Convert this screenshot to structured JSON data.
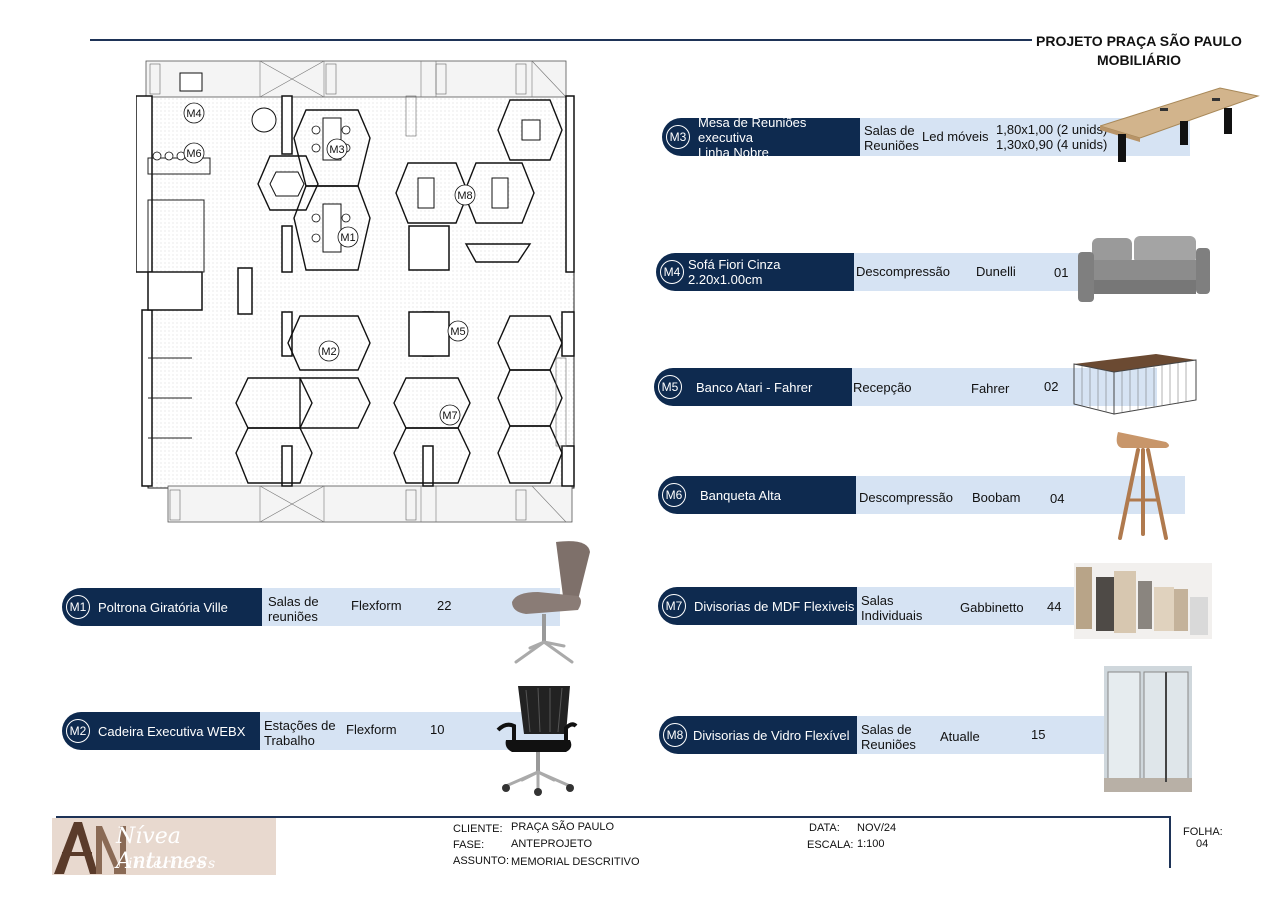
{
  "header": {
    "title_line1": "PROJETO PRAÇA SÃO PAULO",
    "title_line2": "MOBILIÁRIO"
  },
  "plan_labels": [
    "M4",
    "M6",
    "M3",
    "M8",
    "M1",
    "M5",
    "M2",
    "M7"
  ],
  "items": {
    "m3": {
      "code": "M3",
      "name_line1": "Mesa de Reuniões executiva",
      "name_line2": "Linha Nobre",
      "location_line1": "Salas de",
      "location_line2": "Reuniões",
      "supplier": "Led móveis",
      "qty_line1": "1,80x1,00 (2 unids)",
      "qty_line2": "1,30x0,90 (4 unids)"
    },
    "m4": {
      "code": "M4",
      "name": "Sofá Fiori Cinza 2.20x1.00cm",
      "location": "Descompressão",
      "supplier": "Dunelli",
      "qty": "01"
    },
    "m5": {
      "code": "M5",
      "name": "Banco Atari - Fahrer",
      "location": "Recepção",
      "supplier": "Fahrer",
      "qty": "02"
    },
    "m6": {
      "code": "M6",
      "name": "Banqueta Alta",
      "location": "Descompressão",
      "supplier": "Boobam",
      "qty": "04"
    },
    "m7": {
      "code": "M7",
      "name": "Divisorias de MDF Flexiveis",
      "location_line1": "Salas",
      "location_line2": "Individuais",
      "supplier": "Gabbinetto",
      "qty": "44"
    },
    "m8": {
      "code": "M8",
      "name": "Divisorias de Vidro Flexível",
      "location_line1": "Salas de",
      "location_line2": "Reuniões",
      "supplier": "Atualle",
      "qty": "15"
    },
    "m1": {
      "code": "M1",
      "name": "Poltrona Giratória Ville",
      "location_line1": "Salas de",
      "location_line2": "reuniões",
      "supplier": "Flexform",
      "qty": "22"
    },
    "m2": {
      "code": "M2",
      "name": "Cadeira Executiva WEBX",
      "location_line1": "Estações de",
      "location_line2": "Trabalho",
      "supplier": "Flexform",
      "qty": "10"
    }
  },
  "footer": {
    "logo_text": "Nívea Antunes",
    "logo_sub": "interiores",
    "cliente_label": "CLIENTE:",
    "cliente_value": "PRAÇA SÃO PAULO",
    "fase_label": "FASE:",
    "fase_value": "ANTEPROJETO",
    "assunto_label": "ASSUNTO:",
    "assunto_value": "MEMORIAL DESCRITIVO",
    "data_label": "DATA:",
    "data_value": "NOV/24",
    "escala_label": "ESCALA:",
    "escala_value": "1:100",
    "folha_label": "FOLHA:",
    "folha_value": "04"
  }
}
